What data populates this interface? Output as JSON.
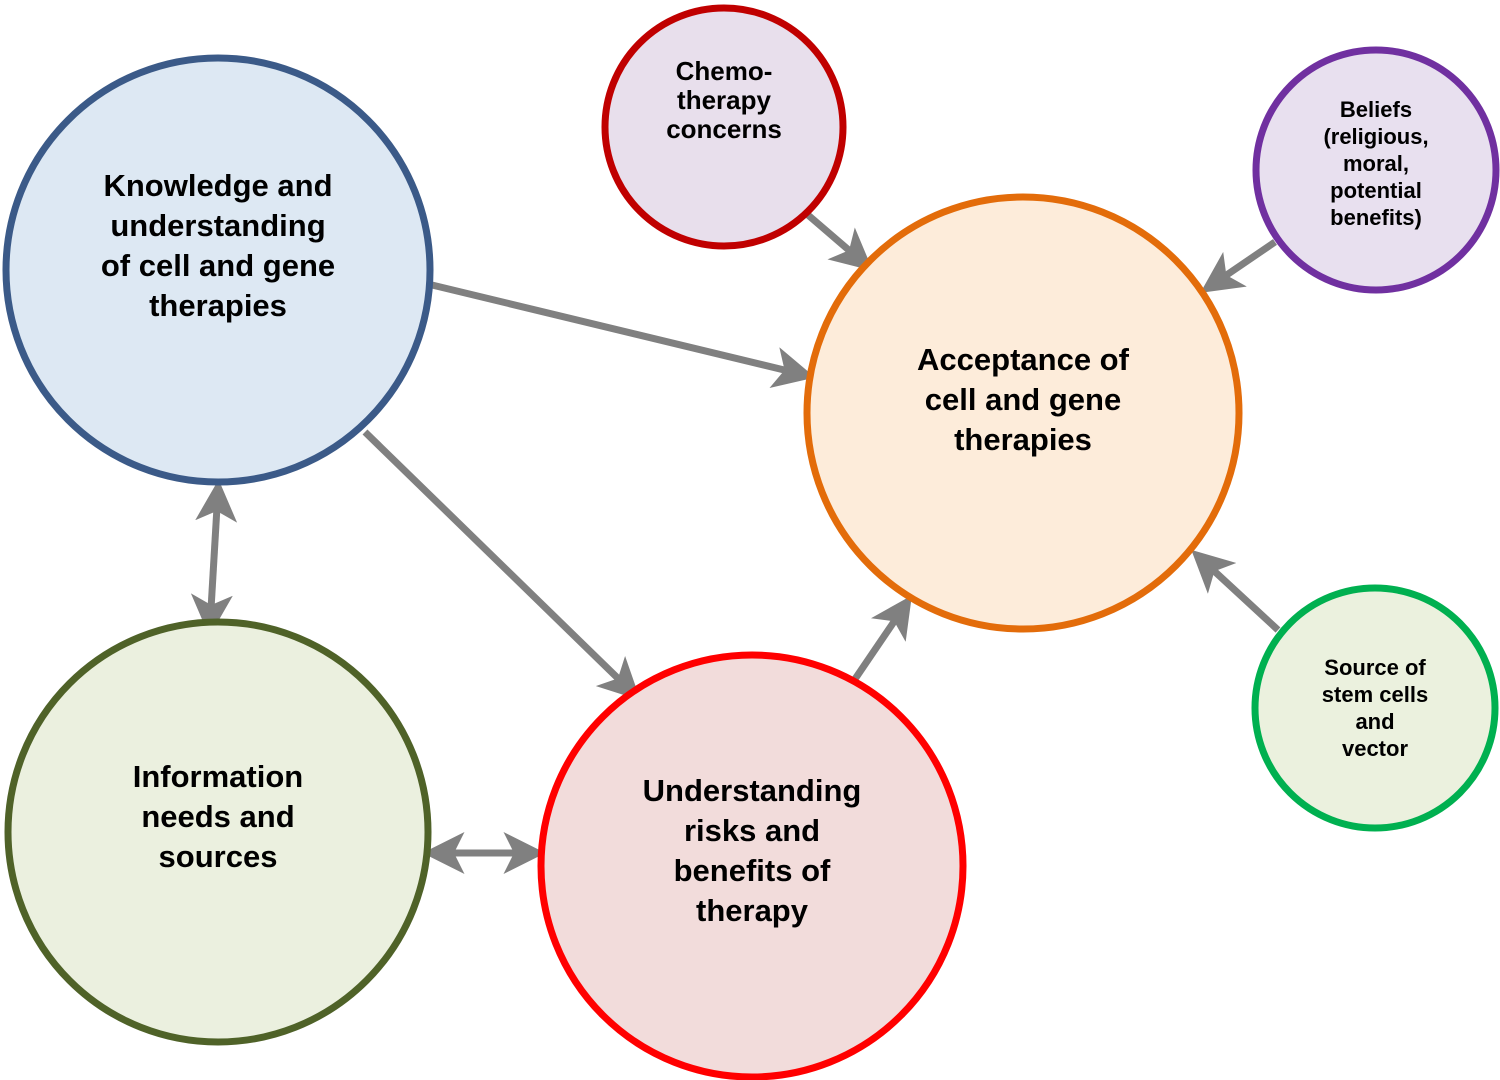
{
  "nodes": {
    "knowledge": {
      "lines": [
        "Knowledge and",
        "understanding",
        "of cell and gene",
        "therapies"
      ],
      "fill": "#dde8f3",
      "stroke": "#3b5a88"
    },
    "chemo": {
      "lines": [
        "Chemo-",
        "therapy",
        "concerns"
      ],
      "fill": "#e8dfec",
      "stroke": "#c00000"
    },
    "beliefs": {
      "lines": [
        "Beliefs",
        "(religious,",
        "moral,",
        "potential",
        "benefits)"
      ],
      "fill": "#e8e0ef",
      "stroke": "#7030a0"
    },
    "acceptance": {
      "lines": [
        "Acceptance of",
        "cell and gene",
        "therapies"
      ],
      "fill": "#fdecda",
      "stroke": "#e36c0a"
    },
    "information": {
      "lines": [
        "Information",
        "needs and",
        "sources"
      ],
      "fill": "#ebf0df",
      "stroke": "#4f6228"
    },
    "understanding": {
      "lines": [
        "Understanding",
        "risks and",
        "benefits of",
        "therapy"
      ],
      "fill": "#f2dcdb",
      "stroke": "#ff0000"
    },
    "source": {
      "lines": [
        "Source of",
        "stem cells",
        "and",
        "vector"
      ],
      "fill": "#ebf1de",
      "stroke": "#00b050"
    }
  },
  "edges": [
    {
      "from": "knowledge",
      "to": "acceptance",
      "bidirectional": false
    },
    {
      "from": "knowledge",
      "to": "understanding",
      "bidirectional": false
    },
    {
      "from": "knowledge",
      "to": "information",
      "bidirectional": true
    },
    {
      "from": "information",
      "to": "understanding",
      "bidirectional": true
    },
    {
      "from": "understanding",
      "to": "acceptance",
      "bidirectional": false
    },
    {
      "from": "chemo",
      "to": "acceptance",
      "bidirectional": false
    },
    {
      "from": "beliefs",
      "to": "acceptance",
      "bidirectional": false
    },
    {
      "from": "source",
      "to": "acceptance",
      "bidirectional": false
    }
  ],
  "arrow_color": "#808080"
}
